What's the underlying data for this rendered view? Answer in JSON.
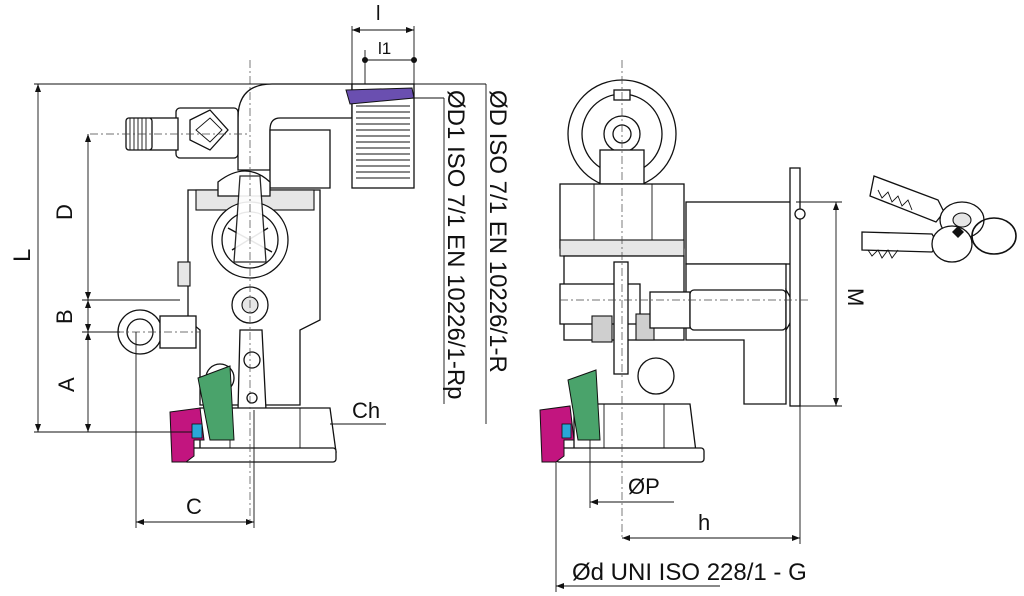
{
  "labels": {
    "L": "L",
    "D": "D",
    "B": "B",
    "A": "A",
    "C": "C",
    "Ch": "Ch",
    "l": "l",
    "l1": "l1",
    "OD": "ØD ISO 7/1  EN 10226/1-R",
    "OD1": "ØD1 ISO 7/1  EN 10226/1-Rp",
    "M": "M",
    "OP": "ØP",
    "h": "h",
    "Od": "Ød UNI ISO 228/1 - G"
  },
  "colors": {
    "purple": "#6a4fb0",
    "magenta": "#c2157f",
    "green": "#4aa36b",
    "blue": "#2aa7d8",
    "line": "#111111"
  },
  "icons": [
    "keys-icon"
  ]
}
